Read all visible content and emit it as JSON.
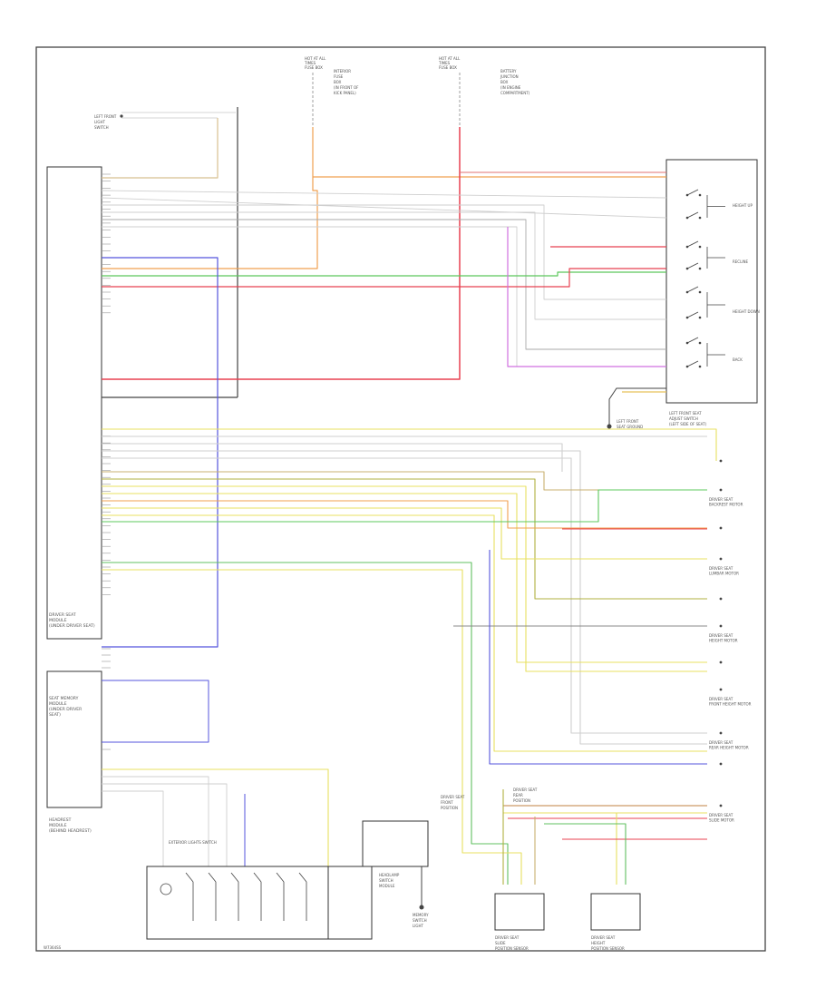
{
  "footer": {
    "code": "W7364SS"
  },
  "fuse_left": {
    "header": [
      "HOT AT ALL",
      "TIMES",
      "FUSE BOX"
    ],
    "labels": [
      "INTERIOR",
      "FUSE",
      "BOX",
      "(IN FRONT OF",
      "KICK PANEL)"
    ]
  },
  "fuse_right": {
    "header": [
      "HOT AT ALL",
      "TIMES",
      "FUSE BOX"
    ],
    "labels": [
      "BATTERY",
      "JUNCTION",
      "BOX",
      "(IN ENGINE",
      "COMPARTMENT)"
    ]
  },
  "mirror_switch": {
    "labels": [
      "LEFT FRONT",
      "LIGHT",
      "SWITCH"
    ]
  },
  "module": {
    "labels": [
      "DRIVER SEAT",
      "MODULE",
      "(UNDER DRIVER SEAT)"
    ]
  },
  "seat_memory_module": {
    "labels": [
      "SEAT MEMORY",
      "MODULE",
      "(UNDER DRIVER",
      "SEAT)"
    ]
  },
  "headrest_module": {
    "labels": [
      "HEADREST",
      "MODULE",
      "(BEHIND HEADREST)"
    ]
  },
  "right_switches": {
    "group_labels": [
      "HEIGHT UP",
      "RECLINE",
      "HEIGHT DOWN",
      "BACK"
    ],
    "bottom_labels": [
      "LEFT FRONT SEAT",
      "ADJUST SWITCH",
      "(LEFT SIDE OF SEAT)"
    ]
  },
  "ground": {
    "label": "LEFT FRONT",
    "sublabel": "SEAT GROUND"
  },
  "light_switch": {
    "title": "EXTERIOR LIGHTS SWITCH",
    "labels": [
      "HEADLAMP",
      "SWITCH",
      "MODULE"
    ]
  },
  "ground_lower": {
    "labels": [
      "MEMORY",
      "SWITCH",
      "LIGHT"
    ]
  },
  "motors": [
    {
      "labels": [
        "DRIVER SEAT",
        "BACKREST MOTOR"
      ]
    },
    {
      "labels": [
        "DRIVER SEAT",
        "LUMBAR MOTOR"
      ]
    },
    {
      "labels": [
        "DRIVER SEAT",
        "HEIGHT MOTOR"
      ]
    },
    {
      "labels": [
        "DRIVER SEAT",
        "FRONT HEIGHT MOTOR"
      ]
    },
    {
      "labels": [
        "DRIVER SEAT",
        "REAR HEIGHT MOTOR"
      ]
    },
    {
      "labels": [
        "DRIVER SEAT",
        "SLIDE MOTOR"
      ]
    }
  ],
  "bottom_motors": [
    {
      "labels": [
        "DRIVER SEAT",
        "SLIDE",
        "POSITION SENSOR"
      ]
    },
    {
      "labels": [
        "DRIVER SEAT",
        "HEIGHT",
        "POSITION SENSOR"
      ]
    }
  ],
  "mid_labels": [
    {
      "labels": [
        "DRIVER SEAT",
        "FRONT",
        "POSITION"
      ]
    },
    {
      "labels": [
        "DRIVER SEAT",
        "REAR",
        "POSITION"
      ]
    }
  ]
}
